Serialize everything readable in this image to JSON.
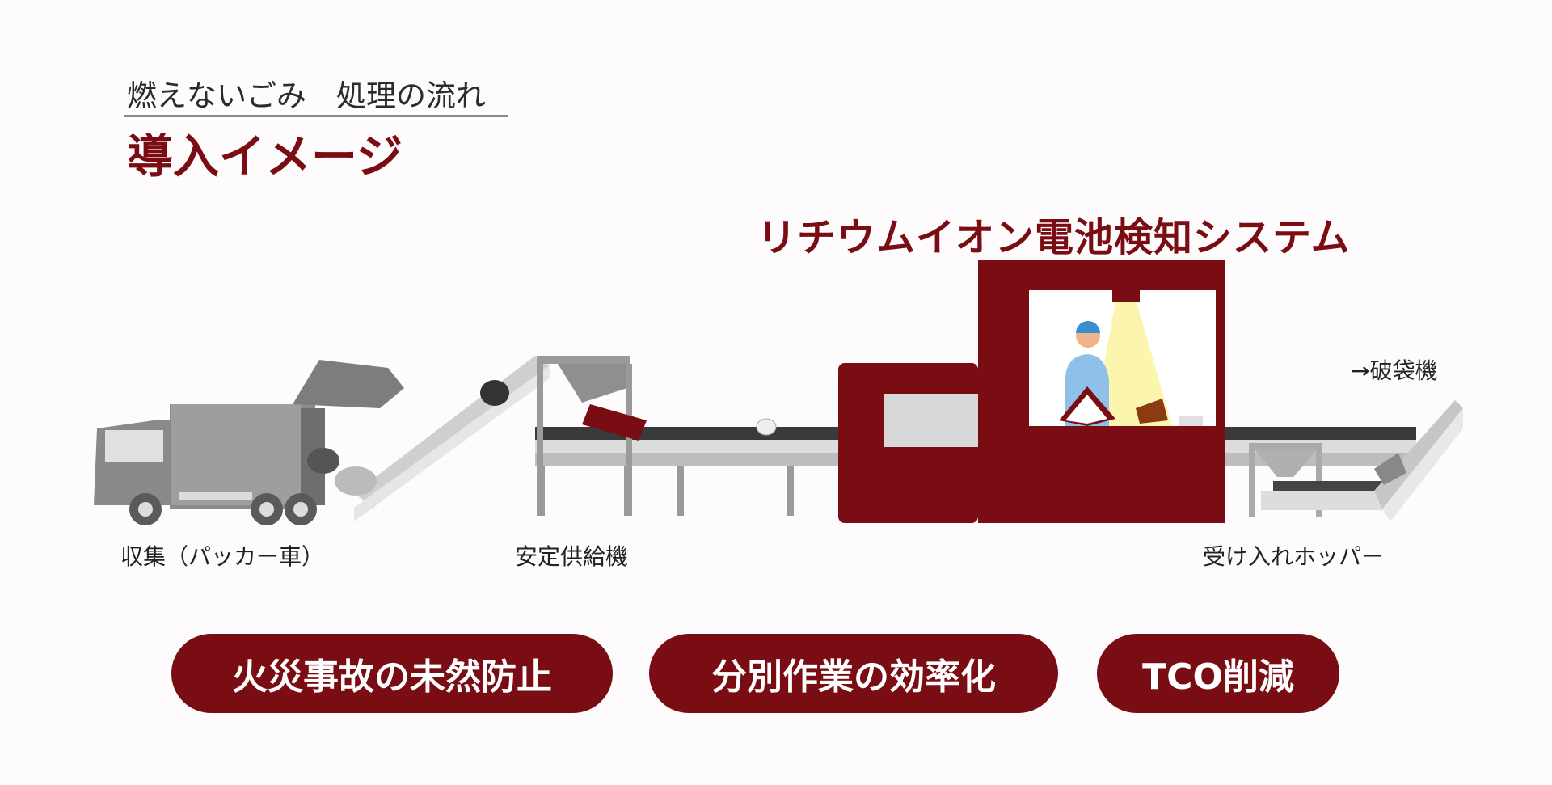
{
  "header": {
    "subtitle": "燃えないごみ　処理の流れ",
    "title": "導入イメージ"
  },
  "system_title": "リチウムイオン電池検知システム",
  "labels": {
    "truck": "収集（パッカー車）",
    "feeder": "安定供給機",
    "hopper": "受け入れホッパー",
    "next": "→破袋機"
  },
  "benefits": [
    "火災事故の未然防止",
    "分別作業の効率化",
    "TCO削減"
  ],
  "colors": {
    "accent": "#7a0c13",
    "background": "#fdfbfb"
  }
}
